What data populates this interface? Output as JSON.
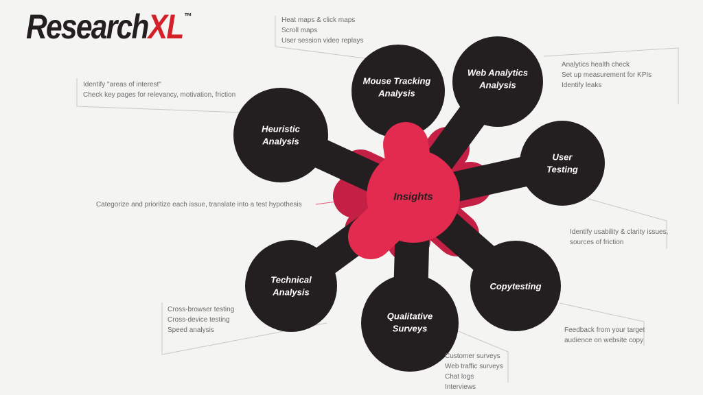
{
  "logo": {
    "brand_black": "Research",
    "brand_red": "XL",
    "trademark": "™"
  },
  "center": {
    "label": "Insights",
    "annotation": "Categorize and prioritize each issue, translate into a test hypothesis"
  },
  "nodes": [
    {
      "id": "mouse-tracking",
      "label": "Mouse Tracking\nAnalysis",
      "annotation": "Heat maps & click maps\nScroll maps\nUser session video replays"
    },
    {
      "id": "web-analytics",
      "label": "Web Analytics\nAnalysis",
      "annotation": "Analytics health check\nSet up measurement for KPIs\nIdentify leaks"
    },
    {
      "id": "user-testing",
      "label": "User\nTesting",
      "annotation": "Identify usability & clarity issues,\nsources of friction"
    },
    {
      "id": "copytesting",
      "label": "Copytesting",
      "annotation": "Feedback from your target\naudience on website copy"
    },
    {
      "id": "qualitative-surveys",
      "label": "Qualitative\nSurveys",
      "annotation": "Customer surveys\nWeb traffic surveys\nChat logs\nInterviews"
    },
    {
      "id": "technical-analysis",
      "label": "Technical\nAnalysis",
      "annotation": "Cross-browser testing\nCross-device testing\nSpeed analysis"
    },
    {
      "id": "heuristic-analysis",
      "label": "Heuristic\nAnalysis",
      "annotation": "Identify \"areas of interest\"\nCheck key pages for relevancy, motivation, friction"
    }
  ],
  "colors": {
    "background": "#f4f4f2",
    "node_dark": "#231f20",
    "insight_red": "#e22b4e",
    "petal_dark_red": "#c41f44",
    "logo_red": "#d5202a",
    "annotation_text": "#6e6a6b",
    "leader_line": "#c9c7c6",
    "red_leader_line": "#ee5470"
  }
}
